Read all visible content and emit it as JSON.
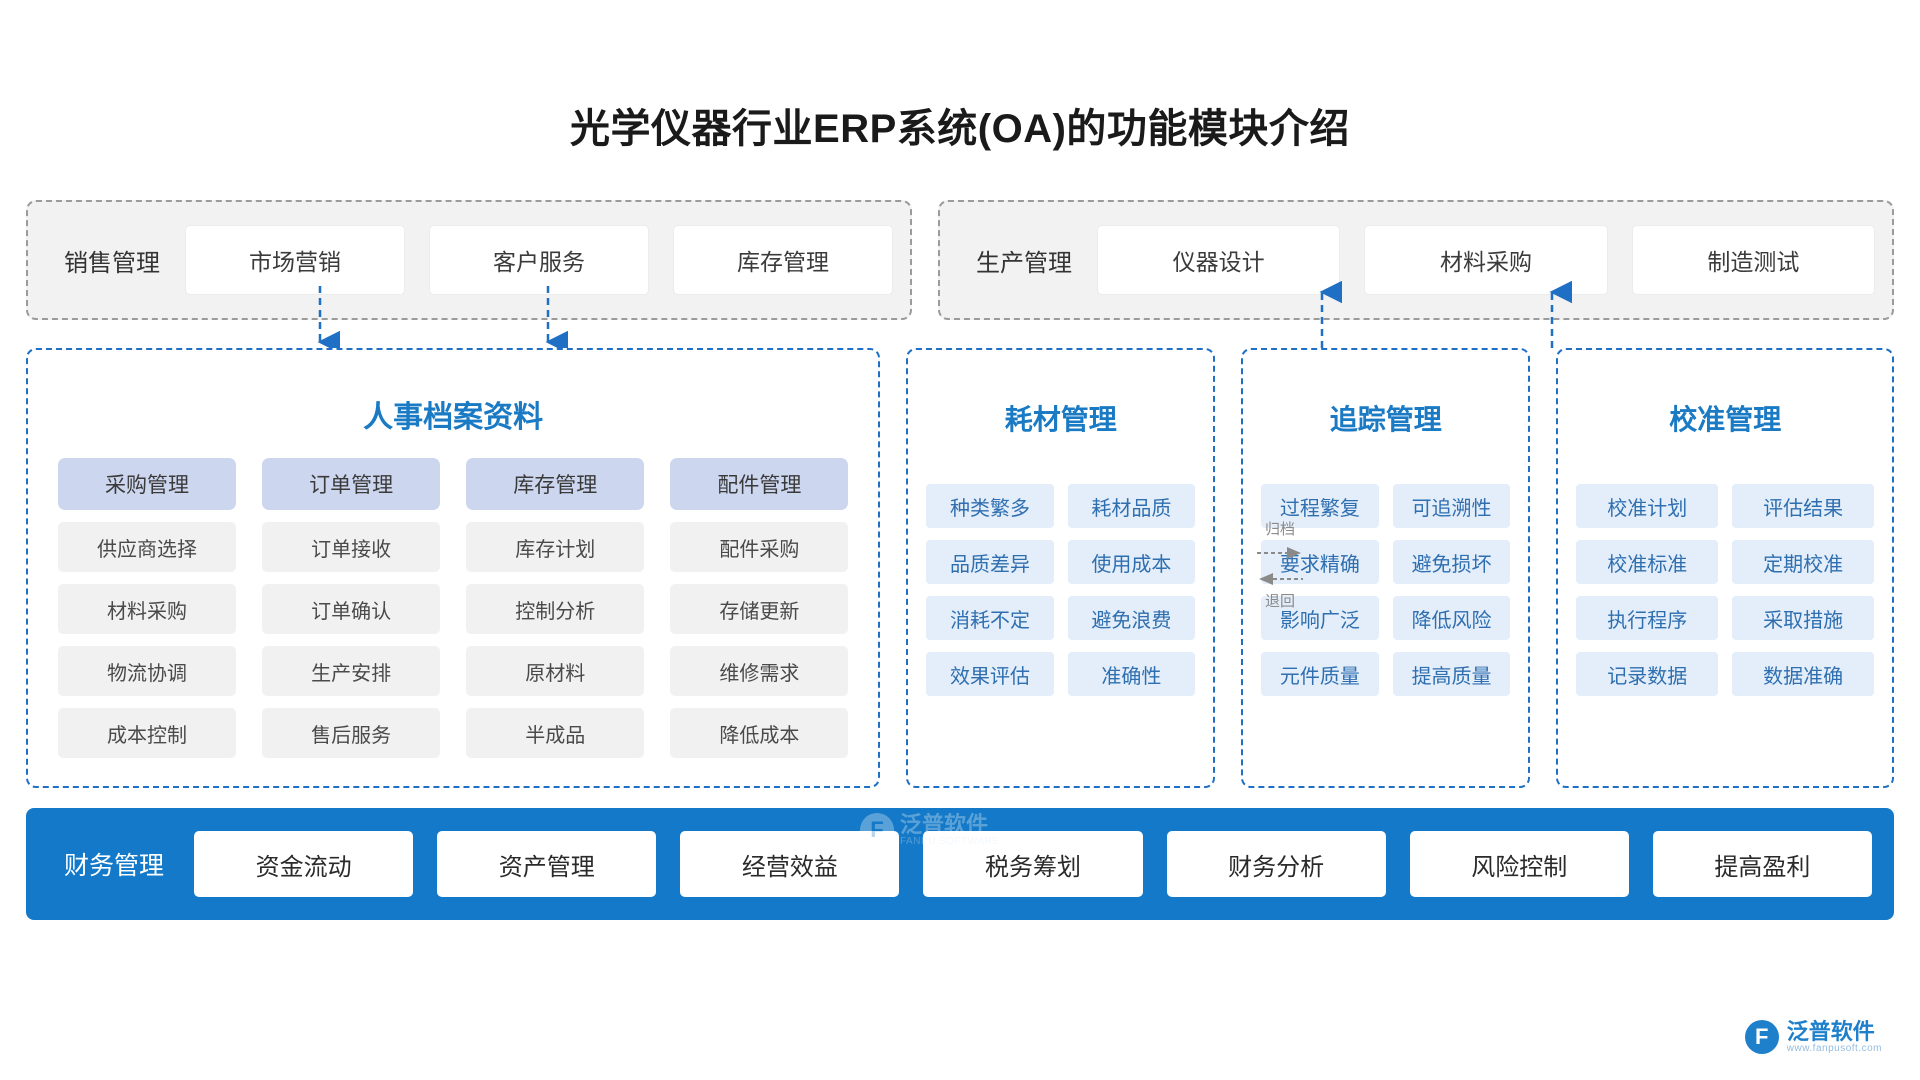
{
  "title": "光学仪器行业ERP系统(OA)的功能模块介绍",
  "colors": {
    "accent_blue": "#1379c8",
    "panel_border_blue": "#1f6fc4",
    "chip_head_blue": "#ccd7ef",
    "chip_item_grey": "#f1f1f1",
    "chip_blue_bg": "#e3eefa",
    "band_grey": "#f2f2f2",
    "band_border_grey": "#9b9b9b"
  },
  "top_bands": [
    {
      "label": "销售管理",
      "chips": [
        "市场营销",
        "客户服务",
        "库存管理"
      ]
    },
    {
      "label": "生产管理",
      "chips": [
        "仪器设计",
        "材料采购",
        "制造测试"
      ]
    }
  ],
  "hr_panel": {
    "title": "人事档案资料",
    "columns": [
      {
        "head": "采购管理",
        "items": [
          "供应商选择",
          "材料采购",
          "物流协调",
          "成本控制"
        ]
      },
      {
        "head": "订单管理",
        "items": [
          "订单接收",
          "订单确认",
          "生产安排",
          "售后服务"
        ]
      },
      {
        "head": "库存管理",
        "items": [
          "库存计划",
          "控制分析",
          "原材料",
          "半成品"
        ]
      },
      {
        "head": "配件管理",
        "items": [
          "配件采购",
          "存储更新",
          "维修需求",
          "降低成本"
        ]
      }
    ]
  },
  "consumables_panel": {
    "title": "耗材管理",
    "columns": [
      [
        "种类繁多",
        "品质差异",
        "消耗不定",
        "效果评估"
      ],
      [
        "耗材品质",
        "使用成本",
        "避免浪费",
        "准确性"
      ]
    ]
  },
  "connector": {
    "forward_label": "归档",
    "forward_arrow": "arrow-right-icon",
    "back_label": "退回",
    "back_arrow": "arrow-left-icon"
  },
  "tracking_panel": {
    "title": "追踪管理",
    "columns": [
      [
        "过程繁复",
        "要求精确",
        "影响广泛",
        "元件质量"
      ],
      [
        "可追溯性",
        "避免损坏",
        "降低风险",
        "提高质量"
      ]
    ]
  },
  "calibration_panel": {
    "title": "校准管理",
    "columns": [
      [
        "校准计划",
        "校准标准",
        "执行程序",
        "记录数据"
      ],
      [
        "评估结果",
        "定期校准",
        "采取措施",
        "数据准确"
      ]
    ]
  },
  "finance_band": {
    "label": "财务管理",
    "chips": [
      "资金流动",
      "资产管理",
      "经营效益",
      "税务筹划",
      "财务分析",
      "风险控制",
      "提高盈利"
    ]
  },
  "watermark": {
    "brand": "泛普软件",
    "sub": "FANPU SOFTWARE",
    "url": "www.fanpusoft.com",
    "mark": "F"
  }
}
